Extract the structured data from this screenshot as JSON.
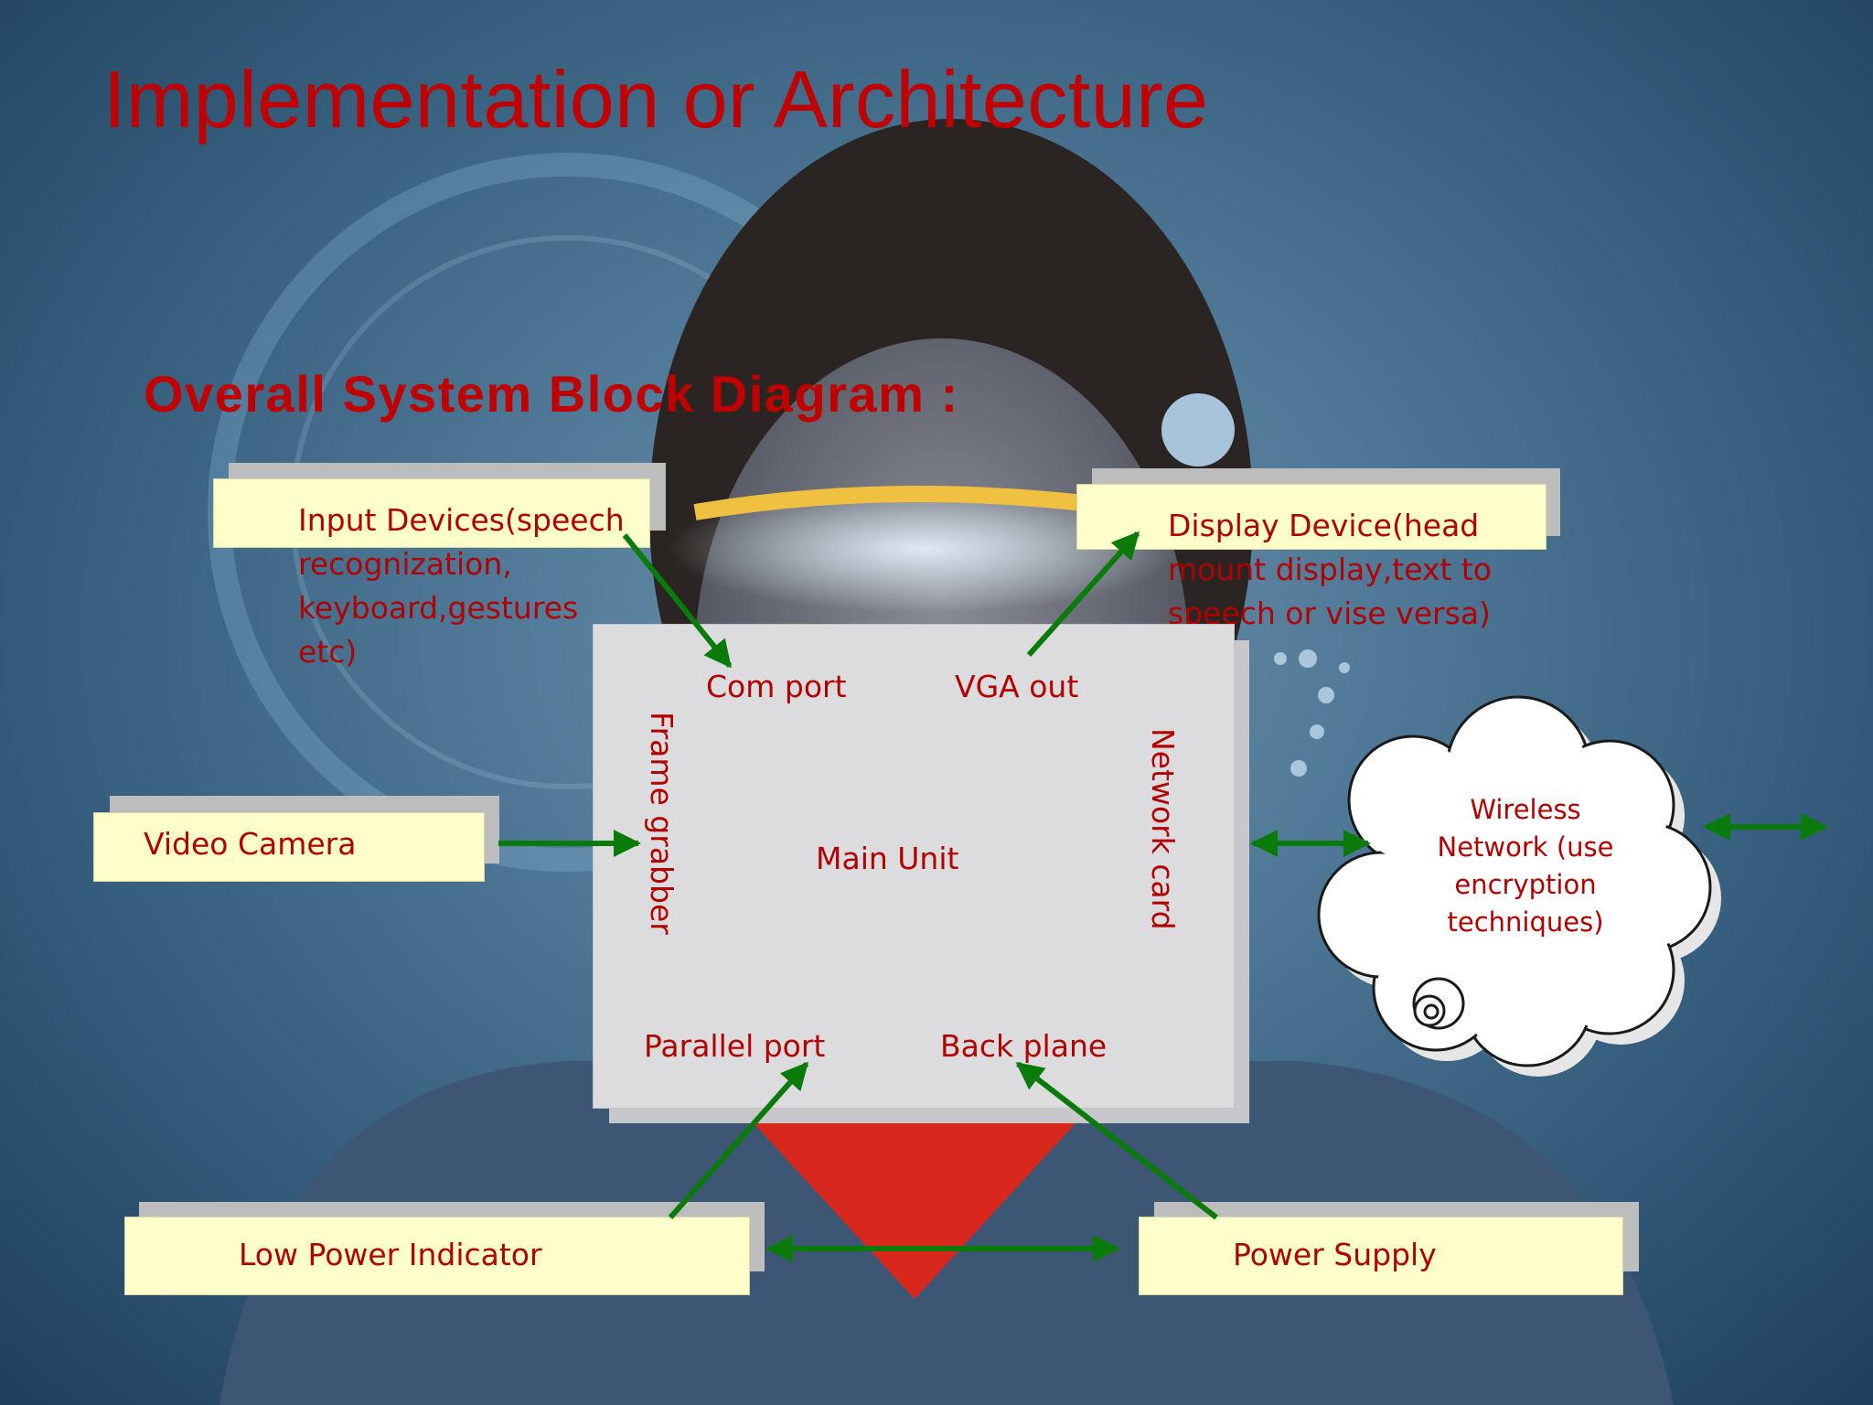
{
  "slide": {
    "title": "Implementation or Architecture",
    "subtitle": "Overall System Block Diagram :"
  },
  "blocks": {
    "input_devices": [
      "Input Devices(speech",
      "recognization,",
      "keyboard,gestures",
      "etc)"
    ],
    "display_device": [
      "Display Device(head",
      "mount display,text to",
      "speech or vise versa)"
    ],
    "video_camera": "Video Camera",
    "low_power_indicator": "Low Power Indicator",
    "power_supply": "Power Supply",
    "wireless_network": [
      "Wireless",
      "Network (use",
      "encryption",
      "techniques)"
    ]
  },
  "main_unit": {
    "label": "Main Unit",
    "com_port": "Com port",
    "vga_out": "VGA out",
    "frame_grabber": "Frame grabber",
    "network_card": "Network card",
    "parallel_port": "Parallel port",
    "back_plane": "Back plane"
  },
  "colors": {
    "title": "#c00000",
    "label_text": "#b00000",
    "arrow": "#0a7a0a",
    "box_fill": "#ffffcc",
    "main_unit_fill": "#dcdbdd"
  }
}
